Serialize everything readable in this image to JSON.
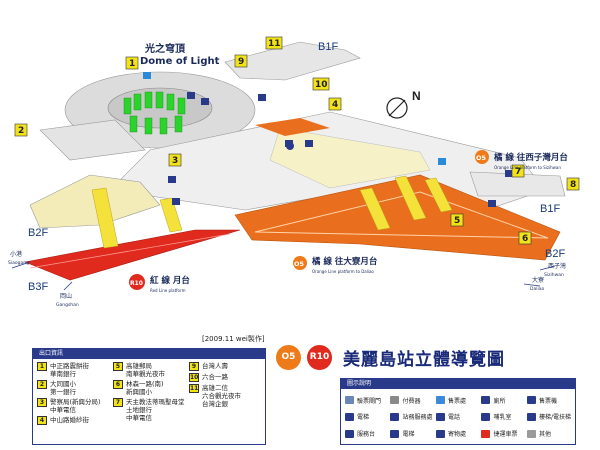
{
  "floors": {
    "b1f_top": "B1F",
    "b1f_right": "B1F",
    "b2f_right": "B2F",
    "b2f_left": "B2F",
    "b3f": "B3F"
  },
  "dome": {
    "zh": "光之穹頂",
    "en": "Dome of Light"
  },
  "exit_numbers": [
    "1",
    "2",
    "3",
    "4",
    "5",
    "6",
    "7",
    "8",
    "9",
    "10",
    "11"
  ],
  "orange_xizihwan": {
    "line_zh": "橘 線 往西子灣月台",
    "line_en": "Orange Line platform to Sizihwan",
    "badge": "O5"
  },
  "orange_daliao": {
    "line_zh": "橘 線 往大寮月台",
    "line_en": "Orange Line platform to Daliao",
    "badge": "O5"
  },
  "red_line": {
    "line_zh": "紅 線 月台",
    "line_en": "Red Line platform",
    "badge": "R10"
  },
  "directions": {
    "xiaogang_zh": "小港",
    "xiaogang_en": "Siaogang",
    "gangshan_zh": "岡山",
    "gangshan_en": "Gangshan",
    "sizihwan_zh": "西子灣",
    "sizihwan_en": "Sizihwan",
    "daliao_zh": "大寮",
    "daliao_en": "Daliao"
  },
  "compass": "N",
  "credit": "[2009.11 wei製作]",
  "title": {
    "badge_orange": "O5",
    "badge_red": "R10",
    "text": "美麗島站立體導覽圖"
  },
  "exit_panel": {
    "header": "出口資訊",
    "columns": [
      [
        {
          "num": "1",
          "text": "中正路震餅街\n華南銀行"
        },
        {
          "num": "2",
          "text": "大同國小\n第一銀行"
        },
        {
          "num": "3",
          "text": "警察局(新興分局)\n中華電信"
        },
        {
          "num": "4",
          "text": "中山路婚紗街"
        }
      ],
      [
        {
          "num": "5",
          "text": "高雄郵局\n南華觀光夜市"
        },
        {
          "num": "6",
          "text": "林森一路(南)\n新興國小"
        },
        {
          "num": "7",
          "text": "天主教法蒂瑪聖母堂\n土地銀行\n中華電信"
        }
      ],
      [
        {
          "num": "9",
          "text": "台灣人壽"
        },
        {
          "num": "10",
          "text": "六合一路"
        },
        {
          "num": "11",
          "text": "高雄二信\n六合觀光夜市\n台灣企銀"
        }
      ]
    ]
  },
  "legend": {
    "header": "圖示說明",
    "colors": {
      "orange": "#ee7a1a",
      "red": "#e02a1e",
      "navy": "#2a3a8a",
      "yellow": "#f2e21a",
      "green": "#22c422"
    },
    "items": [
      {
        "label": "驗票閘門",
        "icon": "gate-icon",
        "color": "#6a86b8"
      },
      {
        "label": "付費器",
        "icon": "ticket-machine-icon",
        "color": "#8a8a8a"
      },
      {
        "label": "售票處",
        "icon": "ticket-office-icon",
        "color": "#3a8ad8"
      },
      {
        "label": "廁所",
        "icon": "restroom-icon",
        "color": "#2a3a8a"
      },
      {
        "label": "售票機",
        "icon": "vending-icon",
        "color": "#2a3a8a"
      },
      {
        "label": "電梯",
        "icon": "elevator-icon",
        "color": "#2a3a8a"
      },
      {
        "label": "站務服務處",
        "icon": "service-icon",
        "color": "#2a3a8a"
      },
      {
        "label": "電話",
        "icon": "phone-icon",
        "color": "#2a3a8a"
      },
      {
        "label": "哺乳室",
        "icon": "nursing-icon",
        "color": "#2a3a8a"
      },
      {
        "label": "樓梯/電扶梯",
        "icon": "stairs-icon",
        "color": "#2a3a8a"
      },
      {
        "label": "服務台",
        "icon": "info-icon",
        "color": "#2a3a8a"
      },
      {
        "label": "電梯",
        "icon": "elevator-icon",
        "color": "#2a3a8a"
      },
      {
        "label": "寄物處",
        "icon": "locker-icon",
        "color": "#2a3a8a"
      },
      {
        "label": "捷運車票",
        "icon": "ticket-icon",
        "color": "#e02a1e"
      },
      {
        "label": "其他",
        "icon": "other-icon",
        "color": "#9a9a9a"
      }
    ]
  }
}
